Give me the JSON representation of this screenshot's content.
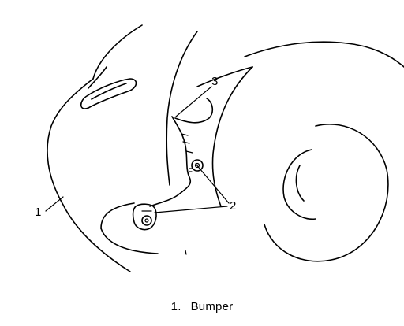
{
  "callouts": [
    {
      "label": "1"
    },
    {
      "label": "2"
    },
    {
      "label": "3"
    }
  ],
  "caption": {
    "number": "1.",
    "text": "Bumper"
  }
}
